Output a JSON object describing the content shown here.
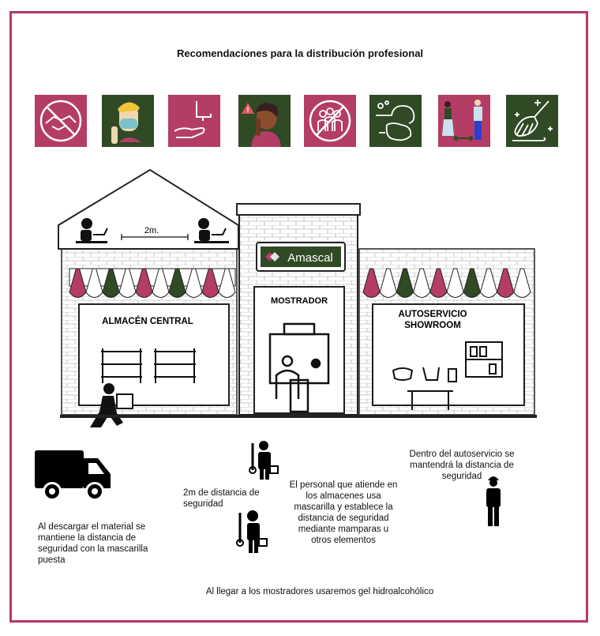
{
  "title": "Recomendaciones para la distribución profesional",
  "colors": {
    "pink": "#b43d66",
    "green": "#2f4a25",
    "border": "#b5386a"
  },
  "icons": [
    {
      "name": "no-handshake-icon",
      "bg": "pink"
    },
    {
      "name": "face-mask-icon",
      "bg": "green"
    },
    {
      "name": "hand-sanitizer-icon",
      "bg": "pink"
    },
    {
      "name": "avoid-touching-face-icon",
      "bg": "green"
    },
    {
      "name": "no-crowds-icon",
      "bg": "pink"
    },
    {
      "name": "hand-washing-icon",
      "bg": "green"
    },
    {
      "name": "social-distance-icon",
      "bg": "pink"
    },
    {
      "name": "cleaning-icon",
      "bg": "green"
    }
  ],
  "building": {
    "distance_label": "2m.",
    "brand": "Amascal",
    "left_store": "ALMACÉN CENTRAL",
    "center_store": "MOSTRADOR",
    "right_store_line1": "AUTOSERVICIO",
    "right_store_line2": "SHOWROOM"
  },
  "notes": {
    "truck": "Al descargar el material se mantiene la distancia de seguridad con la mascarilla puesta",
    "distance": "2m de distancia de seguridad",
    "staff": "El personal que atiende en los almacenes usa mascarilla y establece la distancia de seguridad mediante mamparas u otros elementos",
    "selfservice": "Dentro del autoservicio se mantendrá la distancia de seguridad",
    "gel": "Al llegar a los mostradores usaremos gel hidroalcohólico"
  }
}
